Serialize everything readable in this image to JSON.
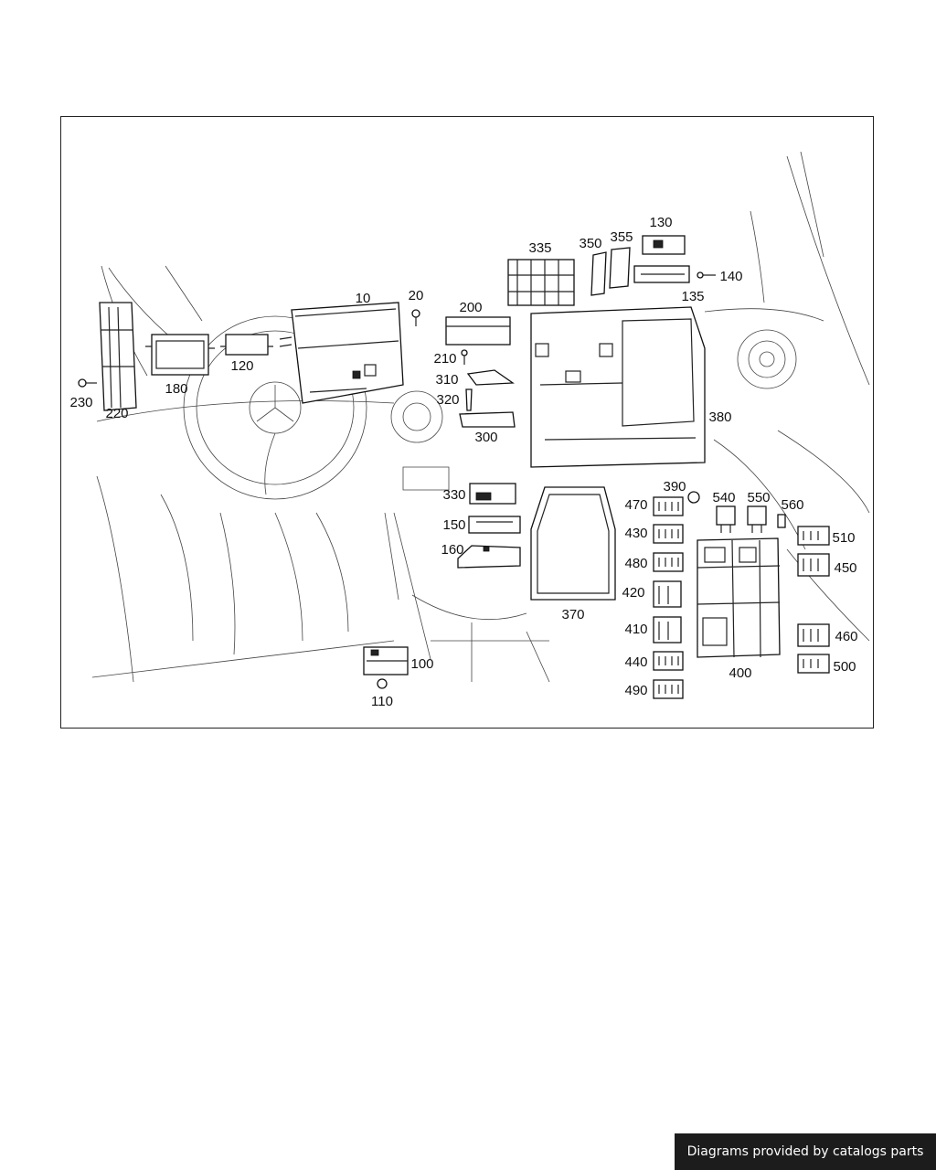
{
  "diagram": {
    "callouts": [
      {
        "id": "c10",
        "label": "10"
      },
      {
        "id": "c20",
        "label": "20"
      },
      {
        "id": "c100",
        "label": "100"
      },
      {
        "id": "c110",
        "label": "110"
      },
      {
        "id": "c120",
        "label": "120"
      },
      {
        "id": "c130",
        "label": "130"
      },
      {
        "id": "c135",
        "label": "135"
      },
      {
        "id": "c140",
        "label": "140"
      },
      {
        "id": "c150",
        "label": "150"
      },
      {
        "id": "c160",
        "label": "160"
      },
      {
        "id": "c180",
        "label": "180"
      },
      {
        "id": "c200",
        "label": "200"
      },
      {
        "id": "c210",
        "label": "210"
      },
      {
        "id": "c220",
        "label": "220"
      },
      {
        "id": "c230",
        "label": "230"
      },
      {
        "id": "c300",
        "label": "300"
      },
      {
        "id": "c310",
        "label": "310"
      },
      {
        "id": "c320",
        "label": "320"
      },
      {
        "id": "c330",
        "label": "330"
      },
      {
        "id": "c335",
        "label": "335"
      },
      {
        "id": "c350",
        "label": "350"
      },
      {
        "id": "c355",
        "label": "355"
      },
      {
        "id": "c370",
        "label": "370"
      },
      {
        "id": "c380",
        "label": "380"
      },
      {
        "id": "c390",
        "label": "390"
      },
      {
        "id": "c400",
        "label": "400"
      },
      {
        "id": "c410",
        "label": "410"
      },
      {
        "id": "c420",
        "label": "420"
      },
      {
        "id": "c430",
        "label": "430"
      },
      {
        "id": "c440",
        "label": "440"
      },
      {
        "id": "c450",
        "label": "450"
      },
      {
        "id": "c460",
        "label": "460"
      },
      {
        "id": "c470",
        "label": "470"
      },
      {
        "id": "c480",
        "label": "480"
      },
      {
        "id": "c490",
        "label": "490"
      },
      {
        "id": "c500",
        "label": "500"
      },
      {
        "id": "c510",
        "label": "510"
      },
      {
        "id": "c540",
        "label": "540"
      },
      {
        "id": "c550",
        "label": "550"
      },
      {
        "id": "c560",
        "label": "560"
      }
    ]
  },
  "footer": {
    "credit": "Diagrams provided by catalogs parts"
  }
}
